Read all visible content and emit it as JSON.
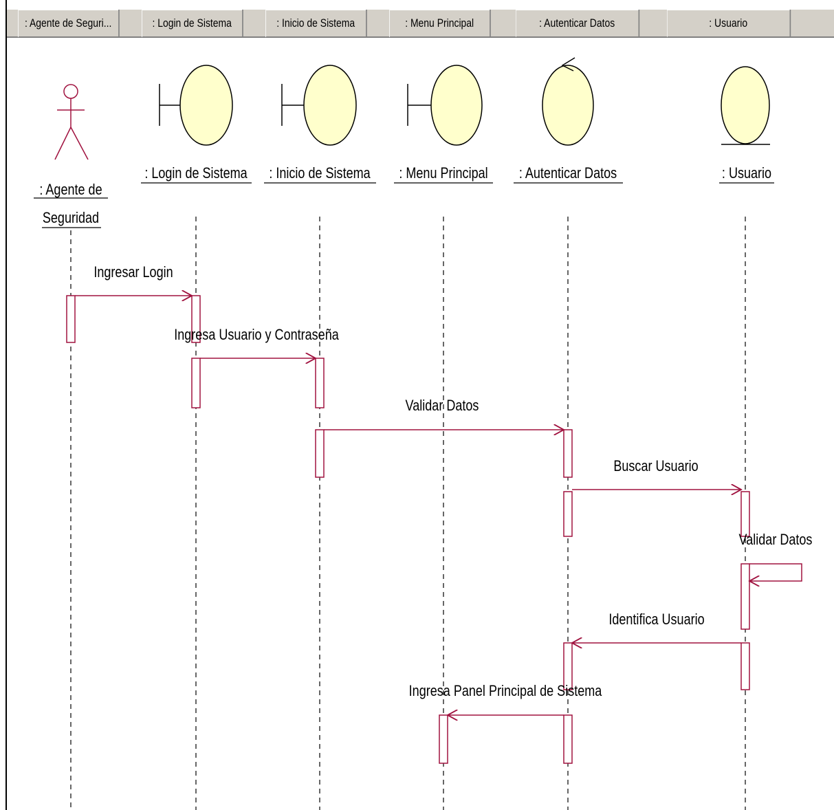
{
  "header": {
    "cells": [
      ": Agente de Seguri...",
      ": Login de Sistema",
      ": Inicio de Sistema",
      ": Menu Principal",
      ": Autenticar Datos",
      ": Usuario"
    ]
  },
  "objects": [
    {
      "kind": "actor",
      "label_lines": [
        ": Agente de",
        "Seguridad"
      ]
    },
    {
      "kind": "boundary",
      "label_lines": [
        ": Login de Sistema"
      ]
    },
    {
      "kind": "boundary",
      "label_lines": [
        ": Inicio de Sistema"
      ]
    },
    {
      "kind": "boundary",
      "label_lines": [
        ": Menu Principal"
      ]
    },
    {
      "kind": "control",
      "label_lines": [
        ": Autenticar Datos"
      ]
    },
    {
      "kind": "entity",
      "label_lines": [
        ": Usuario"
      ]
    }
  ],
  "messages": [
    {
      "from": 0,
      "to": 1,
      "label": "Ingresar Login"
    },
    {
      "from": 1,
      "to": 2,
      "label": "Ingresa Usuario y Contraseña"
    },
    {
      "from": 2,
      "to": 4,
      "label": "Validar Datos"
    },
    {
      "from": 4,
      "to": 5,
      "label": "Buscar Usuario"
    },
    {
      "from": 5,
      "to": 5,
      "label": "Validar Datos"
    },
    {
      "from": 5,
      "to": 4,
      "label": "Identifica Usuario"
    },
    {
      "from": 4,
      "to": 3,
      "label": "Ingresa Panel Principal de Sistema"
    }
  ],
  "colors": {
    "message_line": "#a0123f",
    "object_fill": "#ffffcc",
    "object_stroke": "#000000",
    "actor_stroke": "#a0123f",
    "header_bg": "#d4d0c8"
  }
}
